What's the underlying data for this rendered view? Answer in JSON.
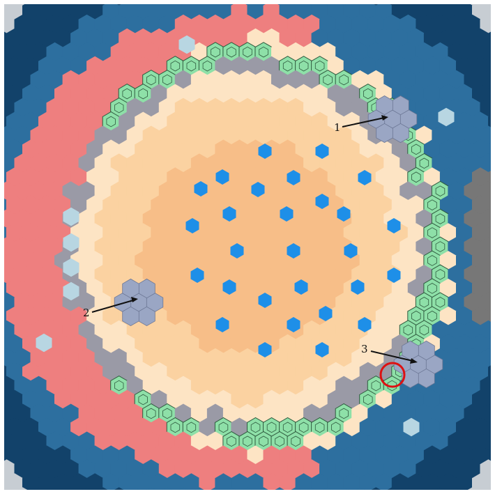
{
  "diagram": {
    "kind": "hexagonal reactor core loading map",
    "colors": {
      "corner": "#c7cdd3",
      "outer_ring": "#12426a",
      "reflector": "#2d6f9f",
      "red_zone": "#ee7f7f",
      "cream_zone": "#fde4c4",
      "gray_ring": "#9a9aa6",
      "green_assembly": "#8ee0a8",
      "green_assembly_outline": "#2e5a3e",
      "blue_gray_assembly": "#9aa6c4",
      "peach_zone": "#f7be88",
      "light_peach_zone": "#fbd2a1",
      "control_rod": "#1e8fe8",
      "light_cell": "#b8d6e2",
      "right_gray_notch": "#777777",
      "marker_circle": "#dd1111",
      "arrow": "#111111"
    },
    "callouts": [
      {
        "label": "1"
      },
      {
        "label": "2"
      },
      {
        "label": "3"
      }
    ],
    "marked_cell": {
      "shape": "red circle"
    }
  }
}
